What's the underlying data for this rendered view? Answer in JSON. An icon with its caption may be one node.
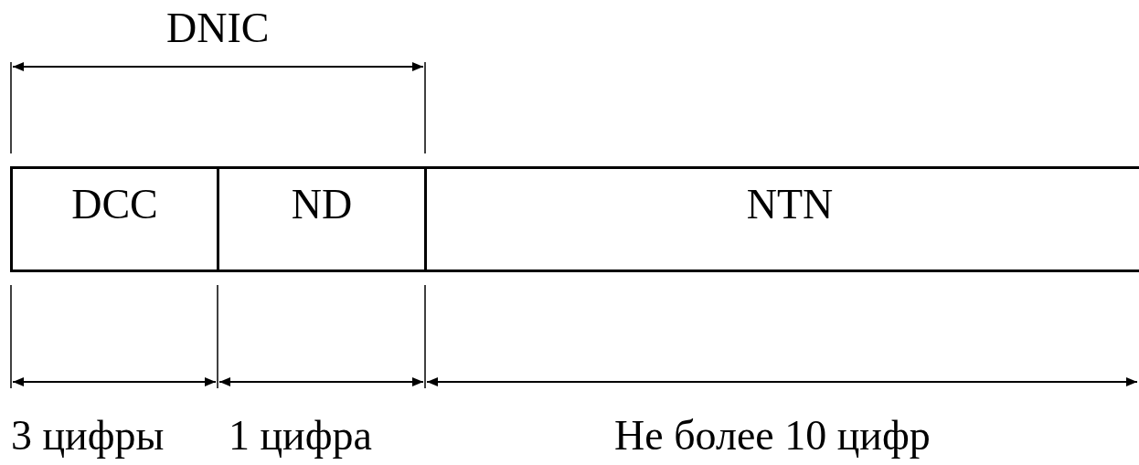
{
  "diagram": {
    "nodes": [
      {
        "text": [
          "DCC"
        ]
      },
      {
        "text": [
          "ND"
        ]
      },
      {
        "text": [
          "NTN"
        ]
      }
    ],
    "labels": [
      "DNIC",
      "3 цифры",
      "1 цифра",
      "Не более 10 цифр"
    ]
  }
}
